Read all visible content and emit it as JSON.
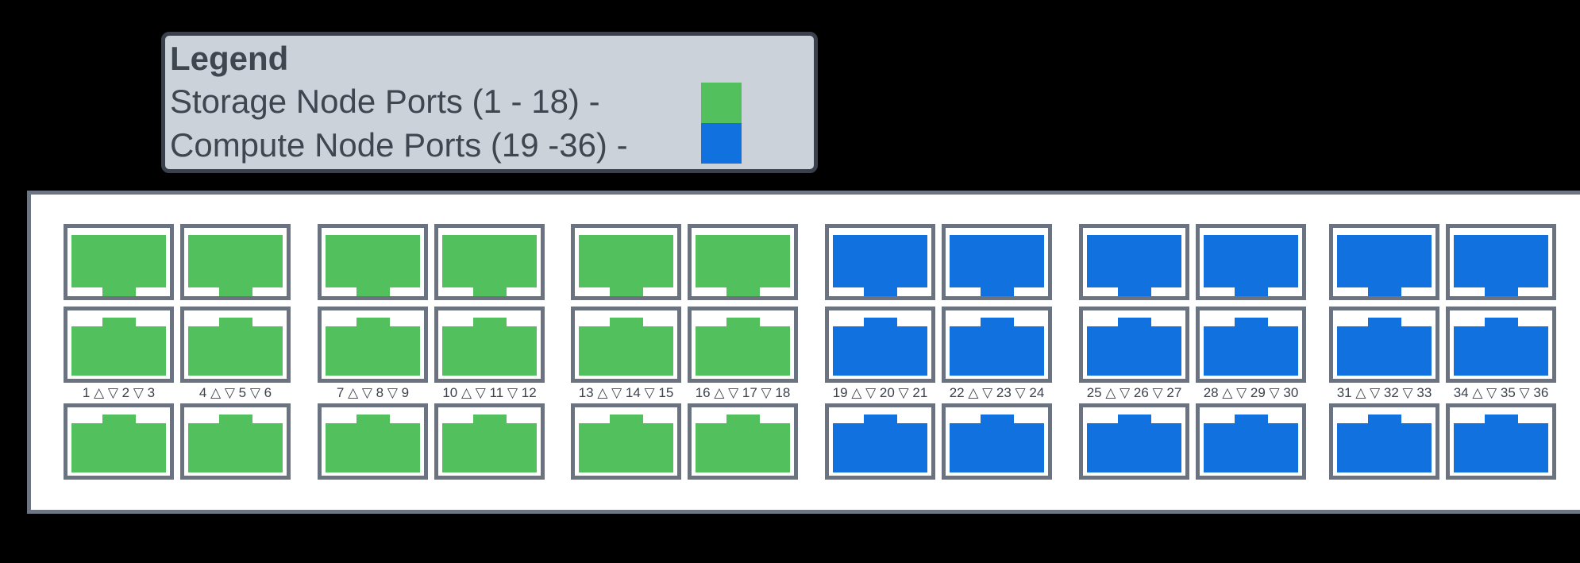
{
  "colors": {
    "background": "#000000",
    "storage_port": "#53c05e",
    "compute_port": "#1171de",
    "panel_background": "#ffffff",
    "panel_border": "#6d7582",
    "port_border": "#6b7380",
    "legend_background": "#ccd2da",
    "legend_border": "#3a414d",
    "legend_text": "#3e4650",
    "port_label_text": "#3a424d"
  },
  "legend": {
    "title": "Legend",
    "entries": [
      {
        "label": "Storage Node Ports (1 - 18) -",
        "color": "#53c05e",
        "name": "storage"
      },
      {
        "label": "Compute Node Ports (19 -36) -",
        "color": "#1171de",
        "name": "compute"
      }
    ]
  },
  "switch_panel": {
    "rows": 3,
    "columns_count": 12,
    "columns": [
      {
        "group": "storage",
        "label": "1 △ ▽ 2 ▽ 3",
        "ports": [
          {
            "number": 1,
            "orientation": "tab-down"
          },
          {
            "number": 2,
            "orientation": "tab-up"
          },
          {
            "number": 3,
            "orientation": "tab-up"
          }
        ]
      },
      {
        "group": "storage",
        "label": "4 △ ▽ 5 ▽ 6",
        "ports": [
          {
            "number": 4,
            "orientation": "tab-down"
          },
          {
            "number": 5,
            "orientation": "tab-up"
          },
          {
            "number": 6,
            "orientation": "tab-up"
          }
        ]
      },
      {
        "group": "storage",
        "label": "7 △ ▽ 8 ▽ 9",
        "ports": [
          {
            "number": 7,
            "orientation": "tab-down"
          },
          {
            "number": 8,
            "orientation": "tab-up"
          },
          {
            "number": 9,
            "orientation": "tab-up"
          }
        ]
      },
      {
        "group": "storage",
        "label": "10 △ ▽ 11 ▽ 12",
        "ports": [
          {
            "number": 10,
            "orientation": "tab-down"
          },
          {
            "number": 11,
            "orientation": "tab-up"
          },
          {
            "number": 12,
            "orientation": "tab-up"
          }
        ]
      },
      {
        "group": "storage",
        "label": "13 △ ▽ 14 ▽ 15",
        "ports": [
          {
            "number": 13,
            "orientation": "tab-down"
          },
          {
            "number": 14,
            "orientation": "tab-up"
          },
          {
            "number": 15,
            "orientation": "tab-up"
          }
        ]
      },
      {
        "group": "storage",
        "label": "16 △ ▽ 17 ▽ 18",
        "ports": [
          {
            "number": 16,
            "orientation": "tab-down"
          },
          {
            "number": 17,
            "orientation": "tab-up"
          },
          {
            "number": 18,
            "orientation": "tab-up"
          }
        ]
      },
      {
        "group": "compute",
        "label": "19 △ ▽ 20 ▽ 21",
        "ports": [
          {
            "number": 19,
            "orientation": "tab-down"
          },
          {
            "number": 20,
            "orientation": "tab-up"
          },
          {
            "number": 21,
            "orientation": "tab-up"
          }
        ]
      },
      {
        "group": "compute",
        "label": "22 △ ▽ 23 ▽ 24",
        "ports": [
          {
            "number": 22,
            "orientation": "tab-down"
          },
          {
            "number": 23,
            "orientation": "tab-up"
          },
          {
            "number": 24,
            "orientation": "tab-up"
          }
        ]
      },
      {
        "group": "compute",
        "label": "25 △ ▽ 26 ▽ 27",
        "ports": [
          {
            "number": 25,
            "orientation": "tab-down"
          },
          {
            "number": 26,
            "orientation": "tab-up"
          },
          {
            "number": 27,
            "orientation": "tab-up"
          }
        ]
      },
      {
        "group": "compute",
        "label": "28 △ ▽ 29 ▽ 30",
        "ports": [
          {
            "number": 28,
            "orientation": "tab-down"
          },
          {
            "number": 29,
            "orientation": "tab-up"
          },
          {
            "number": 30,
            "orientation": "tab-up"
          }
        ]
      },
      {
        "group": "compute",
        "label": "31 △ ▽ 32 ▽ 33",
        "ports": [
          {
            "number": 31,
            "orientation": "tab-down"
          },
          {
            "number": 32,
            "orientation": "tab-up"
          },
          {
            "number": 33,
            "orientation": "tab-up"
          }
        ]
      },
      {
        "group": "compute",
        "label": "34 △ ▽ 35 ▽ 36",
        "ports": [
          {
            "number": 34,
            "orientation": "tab-down"
          },
          {
            "number": 35,
            "orientation": "tab-up"
          },
          {
            "number": 36,
            "orientation": "tab-up"
          }
        ]
      }
    ]
  }
}
